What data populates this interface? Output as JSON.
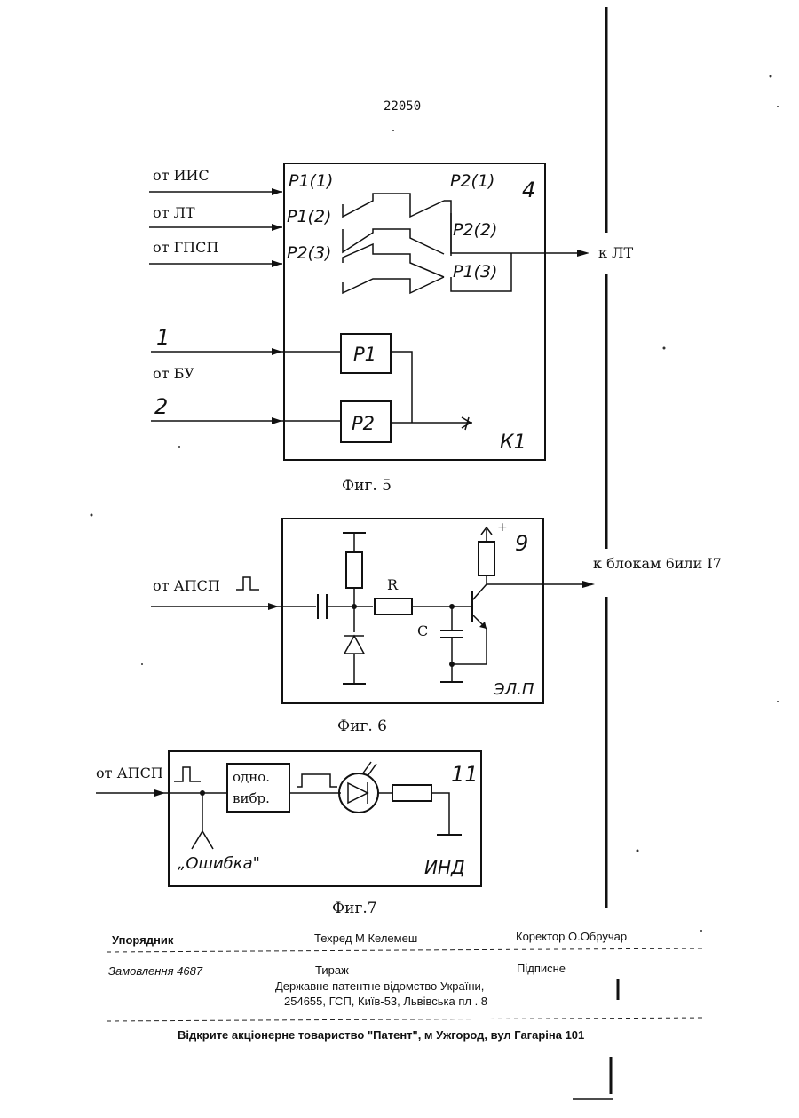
{
  "page_number": "22050",
  "fig5": {
    "caption": "Фиг. 5",
    "block_number": "4",
    "block_label": "К1",
    "inputs": [
      "от ИИС",
      "от ЛТ",
      "от ГПСП"
    ],
    "contact_labels_left": [
      "Р1(1)",
      "Р1(2)",
      "Р2(3)"
    ],
    "contact_labels_right": [
      "Р2(1)",
      "Р2(2)",
      "Р1(3)"
    ],
    "output": "к ЛТ",
    "control_lines": [
      "1",
      "2"
    ],
    "control_source": "от БУ",
    "relays": [
      "Р1",
      "Р2"
    ]
  },
  "fig6": {
    "caption": "Фиг. 6",
    "input": "от АПСП",
    "output": "к блокам 6или I7",
    "block_number": "9",
    "block_label": "ЭЛ.П",
    "resistor": "R",
    "capacitor": "C",
    "plus": "+"
  },
  "fig7": {
    "caption": "Фиг.7",
    "input": "от АПСП",
    "block_number": "11",
    "block_label": "ИНД",
    "oneshot_line1": "одно.",
    "oneshot_line2": "вибр.",
    "error_label": "„Ошибка\""
  },
  "footer": {
    "compiler": "Упорядник",
    "tech_editor": "Техред М Келемеш",
    "corrector": "Коректор О.Обручар",
    "order": "Замовлення  4687",
    "circulation": "Тираж",
    "signed": "Підписне",
    "office_line1": "Державне патентне відомство України,",
    "office_line2": "254655, ГСП, Київ-53, Львівська пл . 8",
    "publisher": "Відкрите акціонерне товариство \"Патент\", м  Ужгород, вул Гагаріна  101"
  }
}
